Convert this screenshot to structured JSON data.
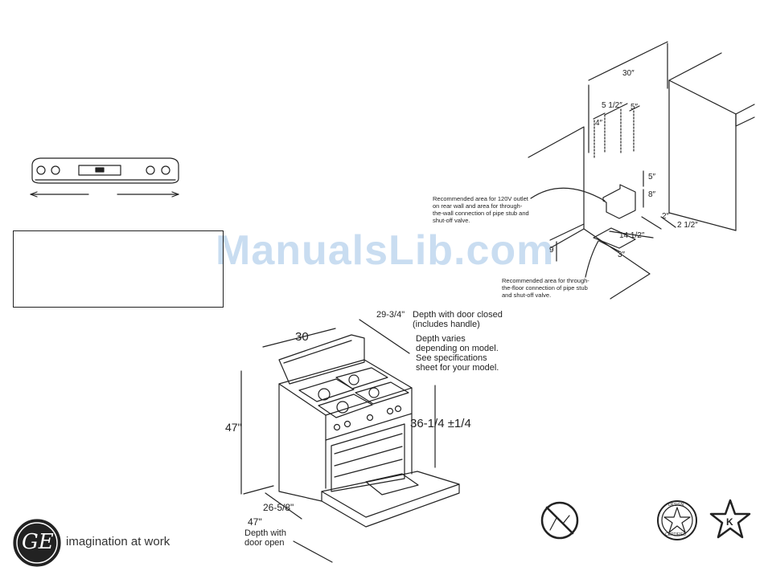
{
  "top_right": {
    "dim_30": "30″",
    "dim_5_1_2": "5 1/2″",
    "dim_5": "5″",
    "dim_4": "4″",
    "dim_5b": "5″",
    "dim_8": "8″",
    "dim_2": "2″",
    "dim_2_1_2": "2 1/2″",
    "dim_14_1_2": "14 1/2″",
    "dim_3": "3″",
    "dim_9": "9",
    "note_wall": "Recommended area for 120V outlet on rear wall and area for through-the-wall connection of pipe stub and shut-off valve.",
    "note_floor": "Recommended area for through-the-floor connection of pipe stub and shut-off valve."
  },
  "range": {
    "dim_width": "30",
    "dim_height": "47\"",
    "dim_depth_closed": "29-3/4\"",
    "depth_closed_text": "Depth with door closed (includes handle)",
    "depth_varies_text": "Depth varies depending on model. See specifications sheet for your model.",
    "dim_cooktop_height": "36-1/4 ±1/4",
    "dim_side_depth": "26-5/8\"",
    "dim_open_depth": "47\"",
    "depth_open_text": "Depth with door open"
  },
  "brand": {
    "watermark": "ManualsLib.com",
    "tagline": "imagination at work",
    "logo_text": "GE"
  },
  "badges": {
    "star_letter": "K",
    "seal_top": "DESIGN",
    "seal_bottom": "CERTIFIED"
  }
}
